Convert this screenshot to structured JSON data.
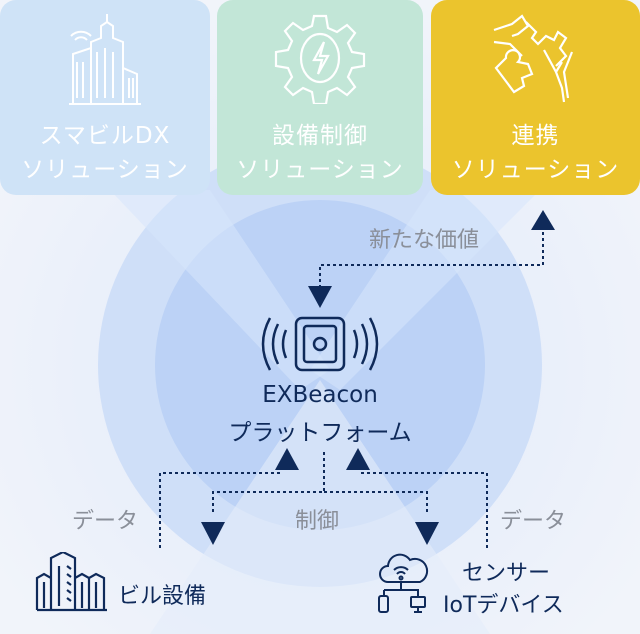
{
  "cards": [
    {
      "line1": "スマビルDX",
      "line2": "ソリューション",
      "icon": "smart-building-icon",
      "color": "#cfe3f7"
    },
    {
      "line1": "設備制御",
      "line2": "ソリューション",
      "icon": "gear-lightning-icon",
      "color": "#c2e6d7"
    },
    {
      "line1": "連携",
      "line2": "ソリューション",
      "icon": "puzzle-hands-icon",
      "color": "#ebc42d"
    }
  ],
  "new_value_label": "新たな価値",
  "platform": {
    "line1": "EXBeacon",
    "line2": "プラットフォーム",
    "icon": "beacon-icon"
  },
  "data_label_left": "データ",
  "control_label": "制御",
  "data_label_right": "データ",
  "building_equipment": {
    "label": "ビル設備",
    "icon": "building-icon"
  },
  "iot": {
    "line1": "センサー",
    "line2": "IoTデバイス",
    "icon": "cloud-devices-icon"
  },
  "colors": {
    "navy": "#0f2a5a",
    "gray": "#8a8f99",
    "circle": "#b8d0f5"
  }
}
